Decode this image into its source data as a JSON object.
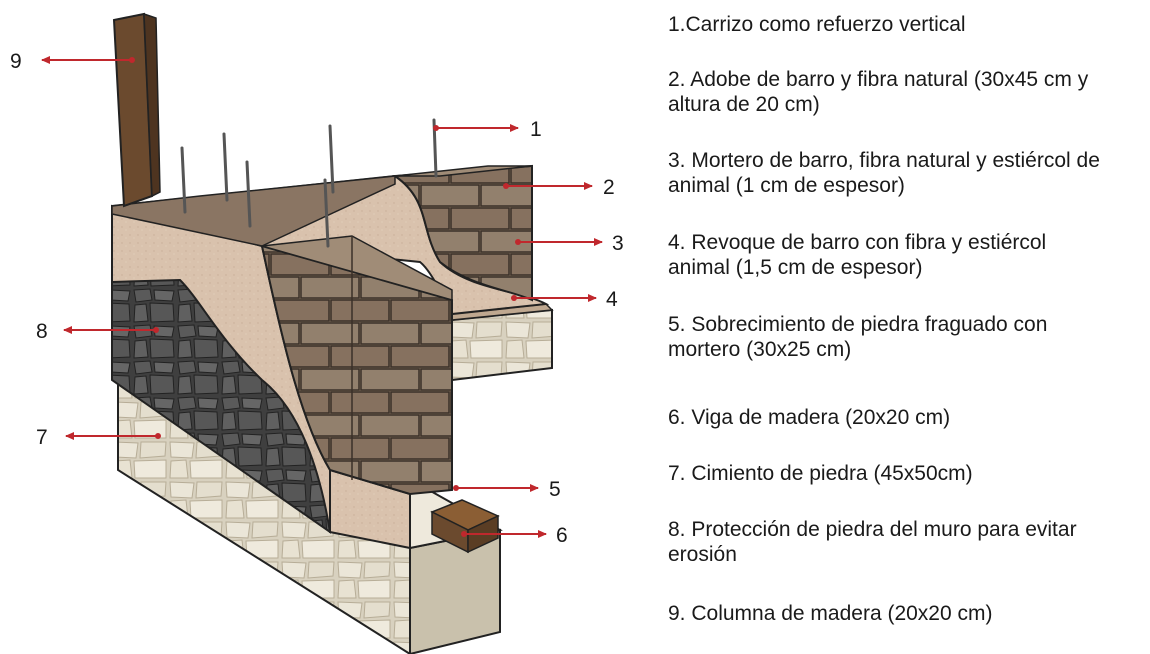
{
  "callouts": [
    "1",
    "2",
    "3",
    "4",
    "5",
    "6",
    "7",
    "8",
    "9"
  ],
  "legend": [
    "1.Carrizo como refuerzo vertical",
    "2. Adobe de barro y fibra natural (30x45 cm y altura de 20 cm)",
    "3. Mortero de barro, fibra natural y estiércol de animal (1 cm de espesor)",
    "4. Revoque de barro con fibra y estiércol animal (1,5 cm de espesor)",
    "5. Sobrecimiento de piedra fraguado con mortero (30x25 cm)",
    "6. Viga de madera (20x20 cm)",
    "7. Cimiento de piedra (45x50cm)",
    "8. Protección de piedra del muro para evitar erosión",
    "9. Columna de madera (20x20 cm)"
  ],
  "colors": {
    "arrow": "#c0282d",
    "adobe": "#8a7563",
    "plaster": "#d9c2ad",
    "stone_dark": "#4a4a4a",
    "stone_light": "#e2dccb",
    "wood": "#6b4a2e"
  }
}
